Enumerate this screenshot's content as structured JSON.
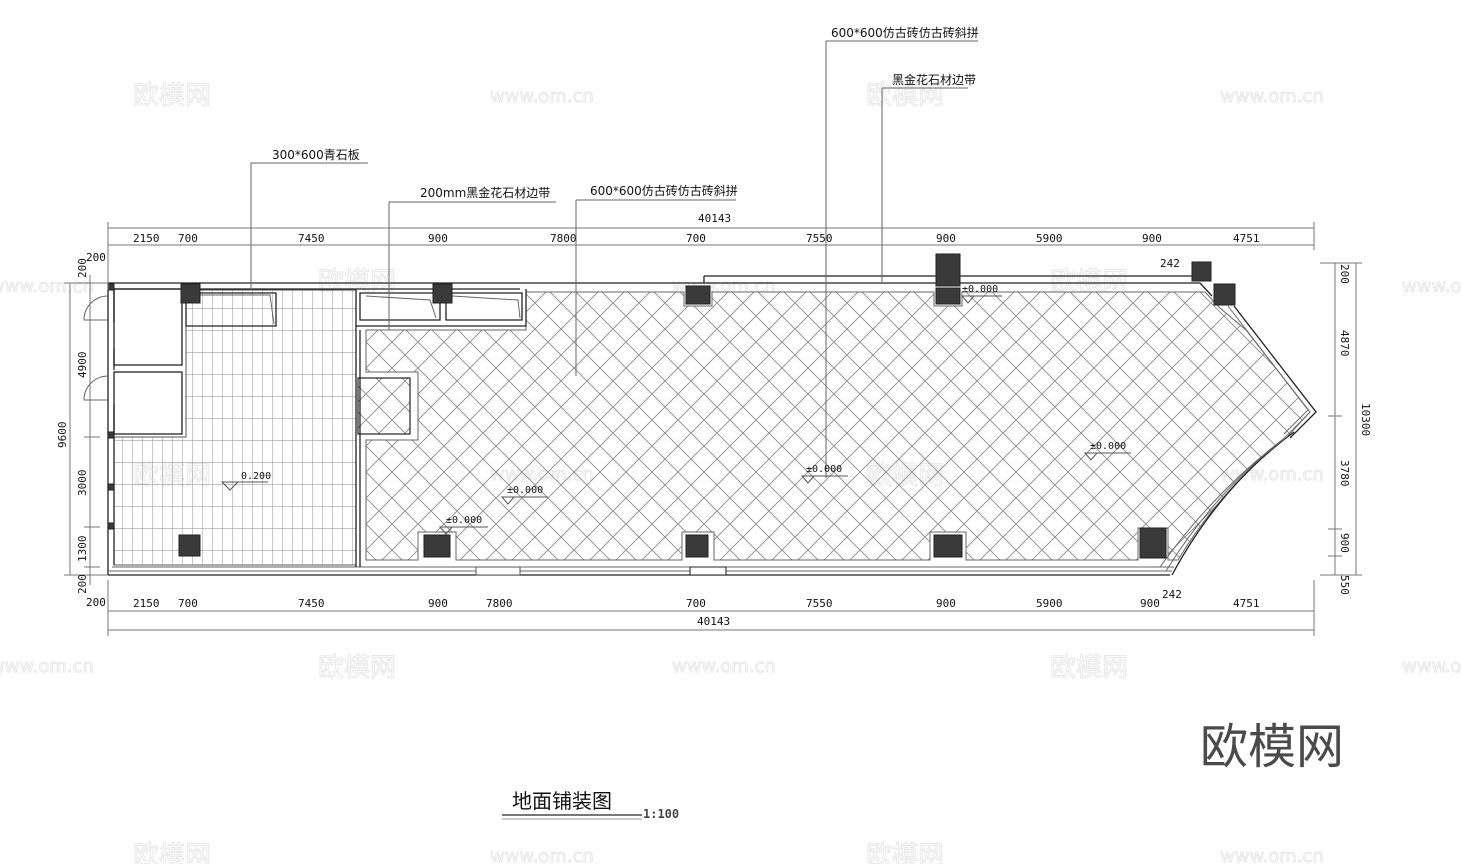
{
  "drawing": {
    "title": "地面铺装图",
    "scale": "1:100",
    "logo": "欧模网"
  },
  "watermarks": {
    "logo_text": "欧模网",
    "url_text": "www.om.cn"
  },
  "annotations": {
    "top_far": "600*600仿古砖仿古砖斜拼",
    "top_border": "黑金花石材边带",
    "left_stone": "300*600青石板",
    "border_200": "200mm黑金花石材边带",
    "mid_tile": "600*600仿古砖仿古砖斜拼"
  },
  "elevations": {
    "raised": "0.200",
    "e1": "±0.000",
    "e2": "±0.000",
    "e3": "±0.000",
    "e4": "±0.000",
    "e5": "±0.000"
  },
  "dimensions": {
    "top": {
      "total": "40143",
      "segments": [
        "2150",
        "700",
        "7450",
        "900",
        "7800",
        "700",
        "7550",
        "900",
        "5900",
        "900",
        "4751"
      ],
      "offset_left": "200",
      "offset_242": "242"
    },
    "bottom": {
      "total": "40143",
      "segments": [
        "2150",
        "700",
        "7450",
        "900",
        "7800",
        "700",
        "7550",
        "900",
        "5900",
        "900",
        "4751"
      ],
      "offset_left": "200",
      "offset_242": "242"
    },
    "left": {
      "total": "9600",
      "segments": [
        "200",
        "4900",
        "3000",
        "1300",
        "200"
      ],
      "top_small": "200"
    },
    "right": {
      "total": "10300",
      "segments": [
        "200",
        "4870",
        "3780",
        "900",
        "550"
      ]
    }
  },
  "colors": {
    "line": "#222222",
    "dim": "#777777",
    "column": "#3a3a3a",
    "hatch": "#8a8a8a",
    "watermark": "#e6e6e6"
  }
}
